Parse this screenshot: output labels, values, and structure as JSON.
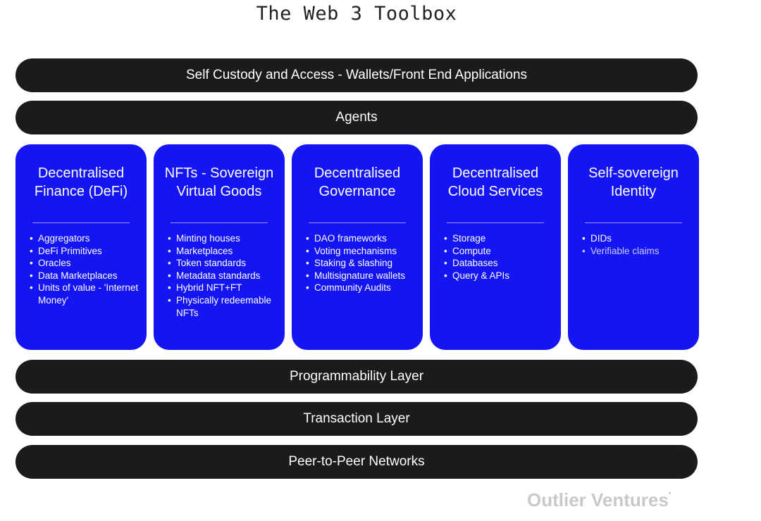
{
  "title": "The Web 3 Toolbox",
  "top_layers": [
    {
      "label": "Self Custody and Access - Wallets/Front End Applications"
    },
    {
      "label": "Agents"
    }
  ],
  "categories": [
    {
      "title": "Decentralised Finance (DeFi)",
      "items": [
        "Aggregators",
        "DeFi Primitives",
        "Oracles",
        "Data Marketplaces",
        "Units of value - 'Internet Money'"
      ]
    },
    {
      "title": "NFTs - Sovereign Virtual Goods",
      "items": [
        "Minting houses",
        "Marketplaces",
        "Token standards",
        "Metadata standards",
        "Hybrid NFT+FT",
        "Physically redeemable NFTs"
      ]
    },
    {
      "title": "Decentralised Governance",
      "items": [
        "DAO frameworks",
        "Voting mechanisms",
        "Staking & slashing",
        "Multisignature wallets",
        "Community Audits"
      ]
    },
    {
      "title": "Decentralised Cloud Services",
      "items": [
        "Storage",
        "Compute",
        "Databases",
        "Query & APIs"
      ]
    },
    {
      "title": "Self-sovereign Identity",
      "items": [
        "DIDs",
        "Verifiable claims"
      ]
    }
  ],
  "bottom_layers": [
    {
      "label": "Programmability Layer"
    },
    {
      "label": "Transaction Layer"
    },
    {
      "label": "Peer-to-Peer Networks"
    }
  ],
  "brand": {
    "name": "Outlier Ventures",
    "mark": "•"
  },
  "colors": {
    "layer_bg": "#1b1b1b",
    "card_bg": "#1515f4",
    "text_light": "#ffffff",
    "brand_gray": "#c9c9c9"
  }
}
